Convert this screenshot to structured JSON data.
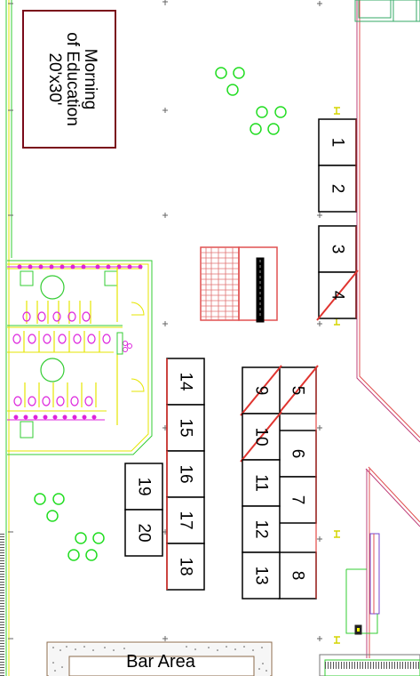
{
  "room": {
    "line1": "Morning",
    "line2": "of Education",
    "line3": "20'x30'"
  },
  "bar_area": {
    "label": "Bar Area"
  },
  "booths": [
    {
      "num": "1",
      "crossed": false
    },
    {
      "num": "2",
      "crossed": false
    },
    {
      "num": "3",
      "crossed": false
    },
    {
      "num": "4",
      "crossed": true
    },
    {
      "num": "5",
      "crossed": true
    },
    {
      "num": "6",
      "crossed": false
    },
    {
      "num": "7",
      "crossed": false
    },
    {
      "num": "8",
      "crossed": false
    },
    {
      "num": "9",
      "crossed": true
    },
    {
      "num": "10",
      "crossed": true
    },
    {
      "num": "11",
      "crossed": false
    },
    {
      "num": "12",
      "crossed": false
    },
    {
      "num": "13",
      "crossed": false
    },
    {
      "num": "14",
      "crossed": false
    },
    {
      "num": "15",
      "crossed": false
    },
    {
      "num": "16",
      "crossed": false
    },
    {
      "num": "17",
      "crossed": false
    },
    {
      "num": "18",
      "crossed": false
    },
    {
      "num": "19",
      "crossed": false
    },
    {
      "num": "20",
      "crossed": false
    }
  ],
  "colors": {
    "booth_line": "#000000",
    "cross": "#e0342f",
    "wall_green": "#33cc33",
    "wall_yellow": "#e6e600",
    "restroom_magenta": "#dd22dd",
    "stage_red": "#e05050",
    "pink_wall": "#c0407a"
  }
}
